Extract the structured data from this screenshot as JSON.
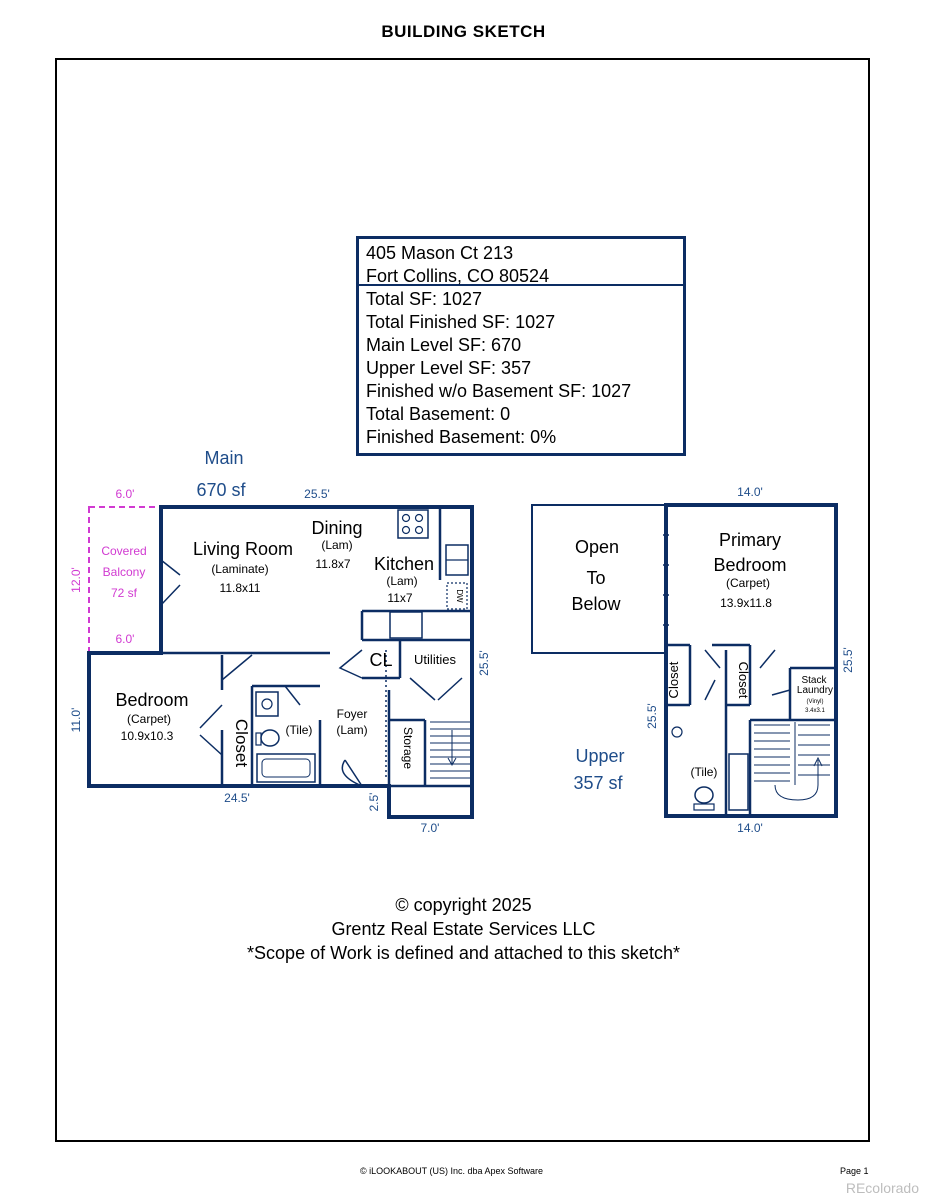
{
  "page": {
    "title": "BUILDING SKETCH",
    "footer_left": "© iLOOKABOUT (US) Inc. dba Apex Software",
    "footer_right": "Page 1",
    "watermark": "REcolorado"
  },
  "info": {
    "address_line1": "405 Mason Ct 213",
    "address_line2": "Fort Collins, CO 80524",
    "stats": [
      "Total SF: 1027",
      "Total Finished SF: 1027",
      "Main Level SF: 670",
      "Upper Level SF: 357",
      "Finished w/o Basement SF: 1027",
      "Total Basement: 0",
      "Finished Basement: 0%"
    ]
  },
  "main_level": {
    "label": "Main",
    "area": "670 sf",
    "dims": {
      "top": "25.5'",
      "balcony_top": "6.0'",
      "balcony_side": "12.0'",
      "balcony_bottom": "6.0'",
      "left": "11.0'",
      "bottom": "24.5'",
      "right": "25.5'",
      "foyer_step": "2.5'",
      "stair_bottom": "7.0'"
    },
    "balcony": {
      "line1": "Covered",
      "line2": "Balcony",
      "line3": "72 sf"
    },
    "rooms": {
      "living_name": "Living Room",
      "living_floor": "(Laminate)",
      "living_size": "11.8x11",
      "dining_name": "Dining",
      "dining_floor": "(Lam)",
      "dining_size": "11.8x7",
      "kitchen_name": "Kitchen",
      "kitchen_floor": "(Lam)",
      "kitchen_size": "11x7",
      "dw": "DW",
      "cl": "CL",
      "utilities": "Utilities",
      "bedroom_name": "Bedroom",
      "bedroom_floor": "(Carpet)",
      "bedroom_size": "10.9x10.3",
      "closet": "Closet",
      "bath_floor": "(Tile)",
      "foyer_name": "Foyer",
      "foyer_floor": "(Lam)",
      "storage": "Storage"
    }
  },
  "upper_level": {
    "label": "Upper",
    "area": "357 sf",
    "dims": {
      "top": "14.0'",
      "right": "25.5'",
      "left": "25.5'",
      "bottom": "14.0'"
    },
    "open_line1": "Open",
    "open_line2": "To",
    "open_line3": "Below",
    "rooms": {
      "primary_line1": "Primary",
      "primary_line2": "Bedroom",
      "primary_floor": "(Carpet)",
      "primary_size": "13.9x11.8",
      "closet": "Closet",
      "laundry_line1": "Stack",
      "laundry_line2": "Laundry",
      "laundry_floor": "(Vinyl)",
      "laundry_size": "3.4x3.1",
      "bath_floor": "(Tile)"
    }
  },
  "copyright": {
    "line1": "© copyright 2025",
    "line2": "Grentz Real Estate Services LLC",
    "line3": "*Scope of Work is defined and attached to this sketch*"
  },
  "colors": {
    "wall": "#0c2d63",
    "dimension": "#1f4d8a",
    "balcony": "#d13ad1",
    "text": "#000000"
  }
}
